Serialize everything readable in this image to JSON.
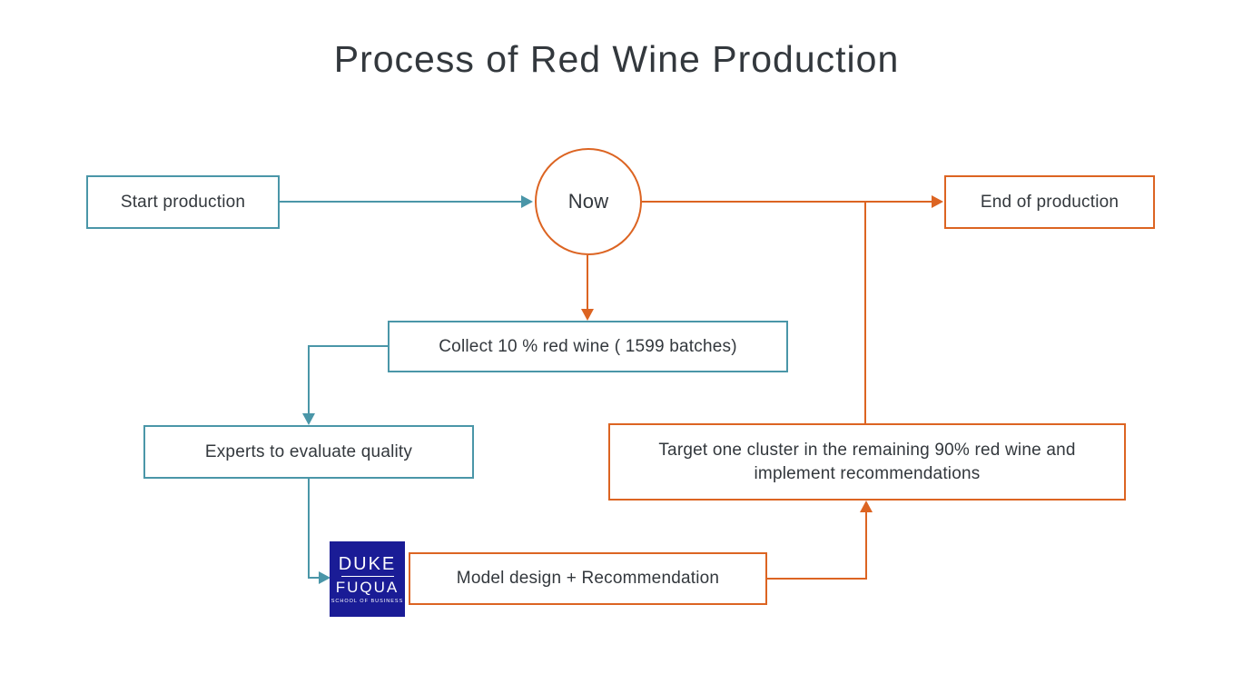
{
  "slide": {
    "title": "Process of Red Wine Production"
  },
  "colors": {
    "teal": "#4A96A8",
    "orange": "#DC6422",
    "logo_blue": "#1A1C96",
    "text_dark": "#33383D"
  },
  "nodes": {
    "start": {
      "label": "Start production"
    },
    "now": {
      "label": "Now"
    },
    "end": {
      "label": "End of production"
    },
    "collect": {
      "label": "Collect 10 % red wine ( 1599 batches)"
    },
    "experts": {
      "label": "Experts to evaluate quality"
    },
    "target": {
      "label": "Target one cluster in the remaining 90% red wine and implement recommendations"
    },
    "model": {
      "label": "Model design + Recommendation"
    }
  },
  "logo": {
    "primary": "DUKE",
    "secondary": "FUQUA",
    "tagline": "SCHOOL OF BUSINESS"
  }
}
